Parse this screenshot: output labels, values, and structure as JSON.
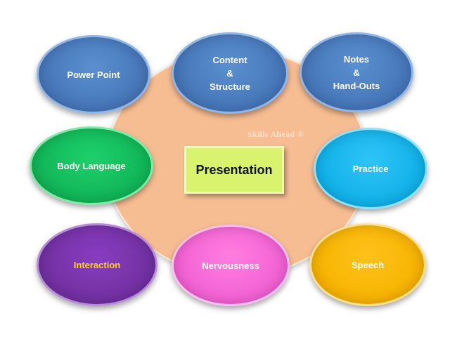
{
  "center": {
    "label": "Presentation"
  },
  "watermark": "Skills Ahead ®",
  "nodes": {
    "power_point": "Power Point",
    "content_structure": "Content\n&\nStructure",
    "notes_handouts": "Notes\n&\nHand-Outs",
    "body_language": "Body Language",
    "practice": "Practice",
    "interaction": "Interaction",
    "nervousness": "Nervousness",
    "speech": "Speech"
  },
  "colors": {
    "backdrop": "#f7bd92",
    "center_box": "#d9f36e",
    "power_point": "#4675b8",
    "content_structure": "#4675b8",
    "notes_handouts": "#4675b8",
    "body_language": "#10b456",
    "practice": "#0fb0ea",
    "interaction": "#7030a0",
    "interaction_text": "#ffd21e",
    "nervousness": "#f25fd2",
    "speech": "#f7b200"
  }
}
